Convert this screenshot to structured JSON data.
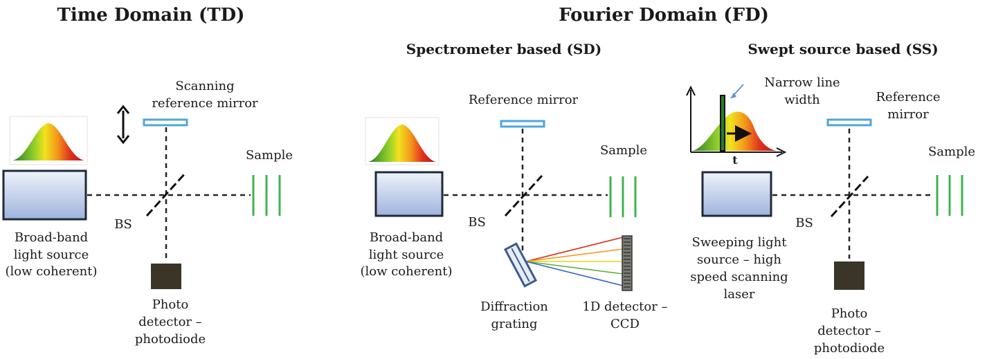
{
  "titles": {
    "td": "Time Domain (TD)",
    "fd": "Fourier Domain (FD)",
    "sd": "Spectrometer based (SD)",
    "ss": "Swept source based (SS)"
  },
  "td": {
    "mirror_label": [
      "Scanning",
      "reference mirror"
    ],
    "sample_label": "Sample",
    "bs_label": "BS",
    "source_label": [
      "Broad-band",
      "light source",
      "(low coherent)"
    ],
    "detector_label": [
      "Photo",
      "detector –",
      "photodiode"
    ]
  },
  "sd": {
    "mirror_label": "Reference mirror",
    "sample_label": "Sample",
    "bs_label": "BS",
    "source_label": [
      "Broad-band",
      "light source",
      "(low coherent)"
    ],
    "grating_label": [
      "Diffraction",
      "grating"
    ],
    "ccd_label": [
      "1D detector –",
      "CCD"
    ]
  },
  "ss": {
    "spectrum_note": [
      "Narrow line",
      "width"
    ],
    "axis_label": "t",
    "mirror_label": [
      "Reference",
      "mirror"
    ],
    "sample_label": "Sample",
    "bs_label": "BS",
    "source_label": [
      "Sweeping light",
      "source – high",
      "speed scanning",
      "laser"
    ],
    "detector_label": [
      "Photo",
      "detector –",
      "photodiode"
    ]
  },
  "colors": {
    "mirror": "#4fa6d8",
    "sample": "#3fb34f",
    "source_box_top": "#eef3fb",
    "source_box_bottom": "#9fb3dc",
    "detector": "#3a3526",
    "grating": "#3d5a8c"
  }
}
